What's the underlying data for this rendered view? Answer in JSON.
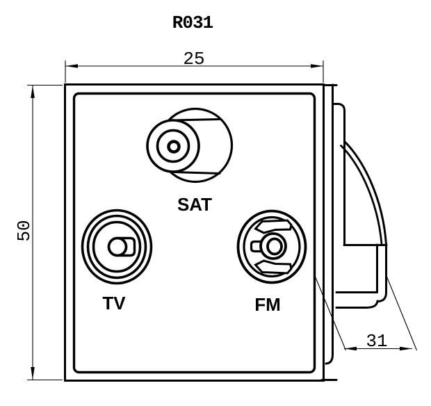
{
  "drawing": {
    "title": "R031",
    "colors": {
      "background": "#ffffff",
      "line": "#000000"
    },
    "connectors": {
      "sat": {
        "label": "SAT"
      },
      "tv": {
        "label": "TV"
      },
      "fm": {
        "label": "FM"
      }
    },
    "dimensions": {
      "width": "25",
      "height": "50",
      "depth": "31"
    }
  }
}
